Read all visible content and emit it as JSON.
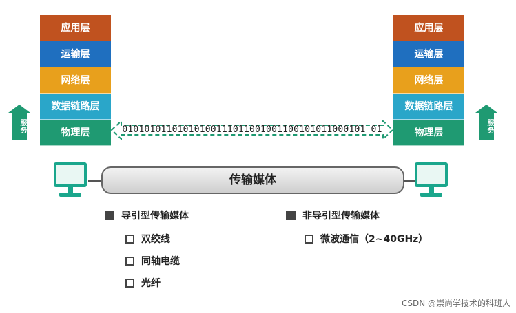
{
  "layers": [
    "应用层",
    "运输层",
    "网络层",
    "数据链路层",
    "物理层"
  ],
  "service_label": "服务",
  "bitstream": "01010101101010100111011001001100101011000101 01",
  "medium_label": "传输媒体",
  "guided": {
    "label": "导引型传输媒体",
    "items": [
      "双绞线",
      "同轴电缆",
      "光纤"
    ]
  },
  "unguided": {
    "label": "非导引型传输媒体",
    "items": [
      "微波通信（2~40GHz）"
    ]
  },
  "watermark": "CSDN @崇尚学技术的科班人",
  "colors": {
    "app": "#c0521f",
    "transport": "#1f6fbf",
    "network": "#e8a01c",
    "link": "#2aa6c9",
    "physical": "#1f9a72",
    "computer": "#1aa68c"
  }
}
